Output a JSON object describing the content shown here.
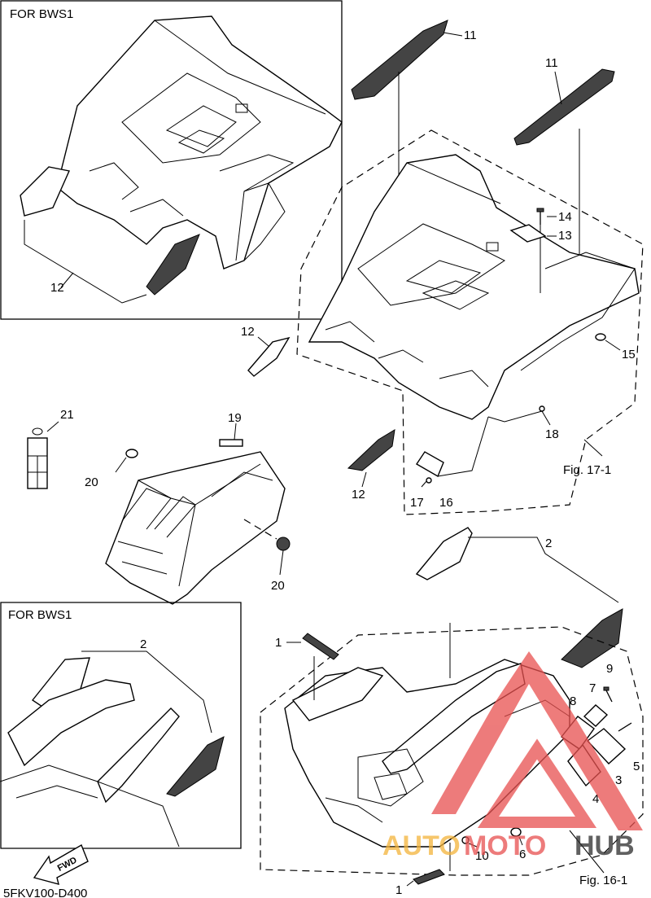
{
  "header_box_top": {
    "label": "FOR BWS1"
  },
  "header_box_bottom": {
    "label": "FOR BWS1"
  },
  "callouts": {
    "c11a": "11",
    "c11b": "11",
    "c14": "14",
    "c13": "13",
    "c15": "15",
    "c12a": "12",
    "c12b": "12",
    "c12c": "12",
    "c18": "18",
    "c17": "17",
    "c16": "16",
    "c21": "21",
    "c19": "19",
    "c20a": "20",
    "c20b": "20",
    "c2a": "2",
    "c2b": "2",
    "c1a": "1",
    "c1b": "1",
    "c9": "9",
    "c7": "7",
    "c8": "8",
    "c5": "5",
    "c3": "3",
    "c4": "4",
    "c10": "10",
    "c6": "6"
  },
  "fig_refs": {
    "fig_17": "Fig. 17-1",
    "fig_16": "Fig. 16-1"
  },
  "fwd_arrow": {
    "label": "FWD"
  },
  "diagram_code": "5FKV100-D400",
  "watermark": {
    "auto": "AUTO",
    "moto": "MOTO",
    "hub": "HUB",
    "color_red": "#e8504f",
    "color_orange": "#f4b43a",
    "color_dark": "#2b2b2b"
  }
}
